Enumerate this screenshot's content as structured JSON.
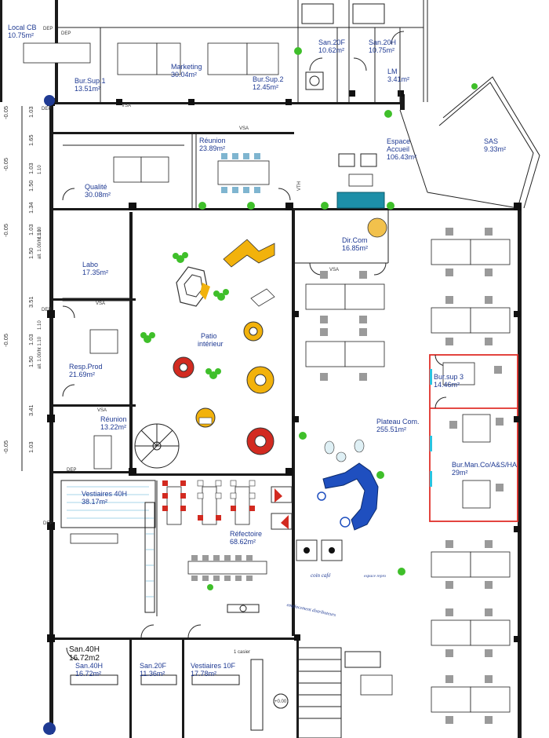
{
  "plan": {
    "rooms": [
      {
        "id": "local-cb",
        "name": "Local CB",
        "area": "10.75m²"
      },
      {
        "id": "bur-sup-1",
        "name": "Bur.Sup.1",
        "area": "13.51m²"
      },
      {
        "id": "marketing",
        "name": "Marketing",
        "area": "30.04m²"
      },
      {
        "id": "bur-sup-2",
        "name": "Bur.Sup.2",
        "area": "12.45m²"
      },
      {
        "id": "san-20f-top",
        "name": "San.20F",
        "area": "10.62m²"
      },
      {
        "id": "san-20h-top",
        "name": "San.20H",
        "area": "10.75m²"
      },
      {
        "id": "lm",
        "name": "LM",
        "area": "3.41m²"
      },
      {
        "id": "reunion-1",
        "name": "Réunion",
        "area": "23.89m²"
      },
      {
        "id": "espace-accueil",
        "name": "Espace Accueil",
        "area": "106.43m²"
      },
      {
        "id": "sas",
        "name": "SAS",
        "area": "9.33m²"
      },
      {
        "id": "qualite",
        "name": "Qualité",
        "area": "30.08m²"
      },
      {
        "id": "dir-com",
        "name": "Dir.Com",
        "area": "16.85m²"
      },
      {
        "id": "labo",
        "name": "Labo",
        "area": "17.35m²"
      },
      {
        "id": "patio",
        "name": "Patio intérieur",
        "area": ""
      },
      {
        "id": "resp-prod",
        "name": "Resp.Prod",
        "area": "21.69m²"
      },
      {
        "id": "bur-sup-3",
        "name": "Bur.sup 3",
        "area": "14.46m²"
      },
      {
        "id": "reunion-2",
        "name": "Réunion",
        "area": "13.22m²"
      },
      {
        "id": "plateau-com",
        "name": "Plateau Com.",
        "area": "255.51m²"
      },
      {
        "id": "bur-man-co",
        "name": "Bur.Man.Co/A&S/HA",
        "area": "29m²"
      },
      {
        "id": "vestiaires-40h",
        "name": "Vestiaires 40H",
        "area": "38.17m²"
      },
      {
        "id": "refectoire",
        "name": "Réfectoire",
        "area": "68.62m²"
      },
      {
        "id": "san-40h",
        "name": "San.40H",
        "area": "16.72m²"
      },
      {
        "id": "san-20f-bottom",
        "name": "San.20F",
        "area": "11.36m²"
      },
      {
        "id": "vestiaires-10f",
        "name": "Vestiaires 10F",
        "area": "17.78m²"
      }
    ],
    "handwritten": {
      "san40h_note": "San.40H",
      "san40h_area": "16.72m2",
      "coin_cafe": "coin café",
      "espace_repro": "espace repro",
      "emplacement": "emplacement distributeurs"
    },
    "dimensions_left": [
      "-0.05",
      "1.03",
      "1.65",
      "-0.05",
      "1.03",
      "1.50",
      "1.34",
      "-0.05",
      "1.03",
      "1.50",
      "3.51",
      "-0.05",
      "1.03",
      "1.50",
      "3.41",
      "-0.05",
      "1.03"
    ],
    "dimensions_all": [
      "1.10",
      "all. 1.00/ht 1.10",
      "1.10",
      "all. 1.00/ht 1.10",
      "1.10"
    ],
    "markers": {
      "dep": "DEP",
      "vsa": "VSA",
      "vth": "VTH",
      "lev": "+0.00",
      "casier": "1 casier"
    },
    "colors": {
      "room_label": "#1f3a93",
      "wall": "#1a1a1a",
      "plant": "#3fbf2a",
      "red_outline": "#e0302a",
      "accent_blue": "#1f4fbf",
      "seat_yellow": "#f2b20c",
      "seat_red": "#d22a20",
      "teal": "#1d8fa8"
    }
  }
}
